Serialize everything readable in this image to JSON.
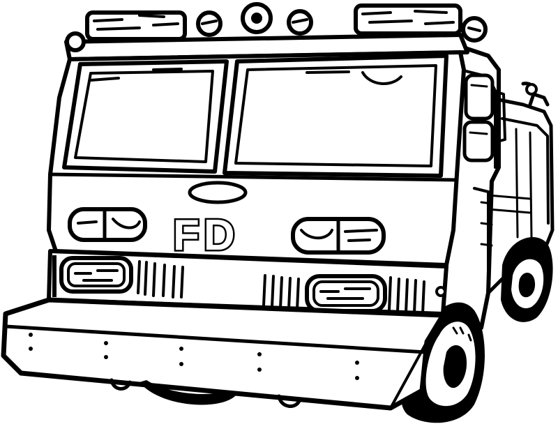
{
  "illustration": {
    "subject": "fire-truck",
    "style": "black-and-white line art",
    "colors": {
      "ink": "#000000",
      "paper": "#ffffff"
    },
    "lettering": "FD"
  }
}
